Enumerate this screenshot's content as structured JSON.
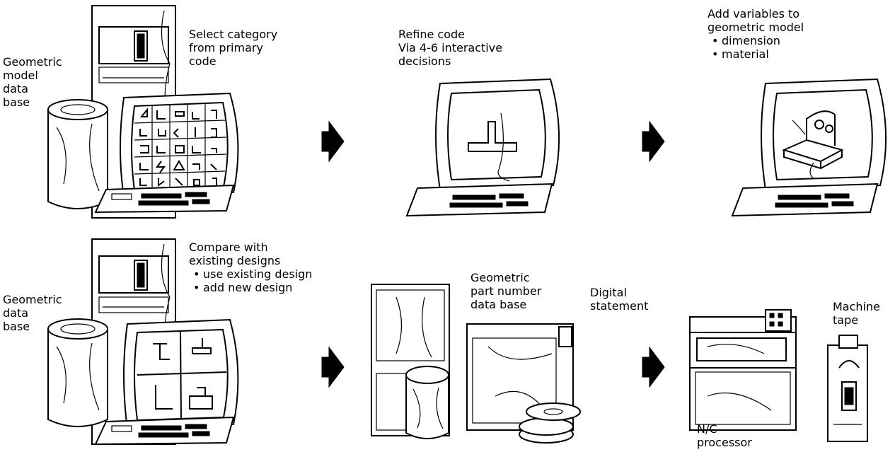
{
  "row1": {
    "db_label": [
      "Geometric",
      "model",
      "data",
      "base"
    ],
    "step1": [
      "Select category",
      "from primary",
      "code"
    ],
    "step2": [
      "Refine code",
      "Via 4-6 interactive",
      "decisions"
    ],
    "step3": {
      "lines": [
        "Add variables to",
        "geometric model"
      ],
      "bullets": [
        "dimension",
        "material"
      ]
    }
  },
  "row2": {
    "db_label": [
      "Geometric",
      "data",
      "base"
    ],
    "step1": {
      "lines": [
        "Compare with",
        "existing designs"
      ],
      "bullets": [
        "use existing design",
        "add new design"
      ]
    },
    "partdb": [
      "Geometric",
      "part number",
      "data base"
    ],
    "digital": [
      "Digital",
      "statement"
    ],
    "nc": [
      "N/C",
      "processor"
    ],
    "tape": [
      "Machine",
      "tape"
    ]
  }
}
